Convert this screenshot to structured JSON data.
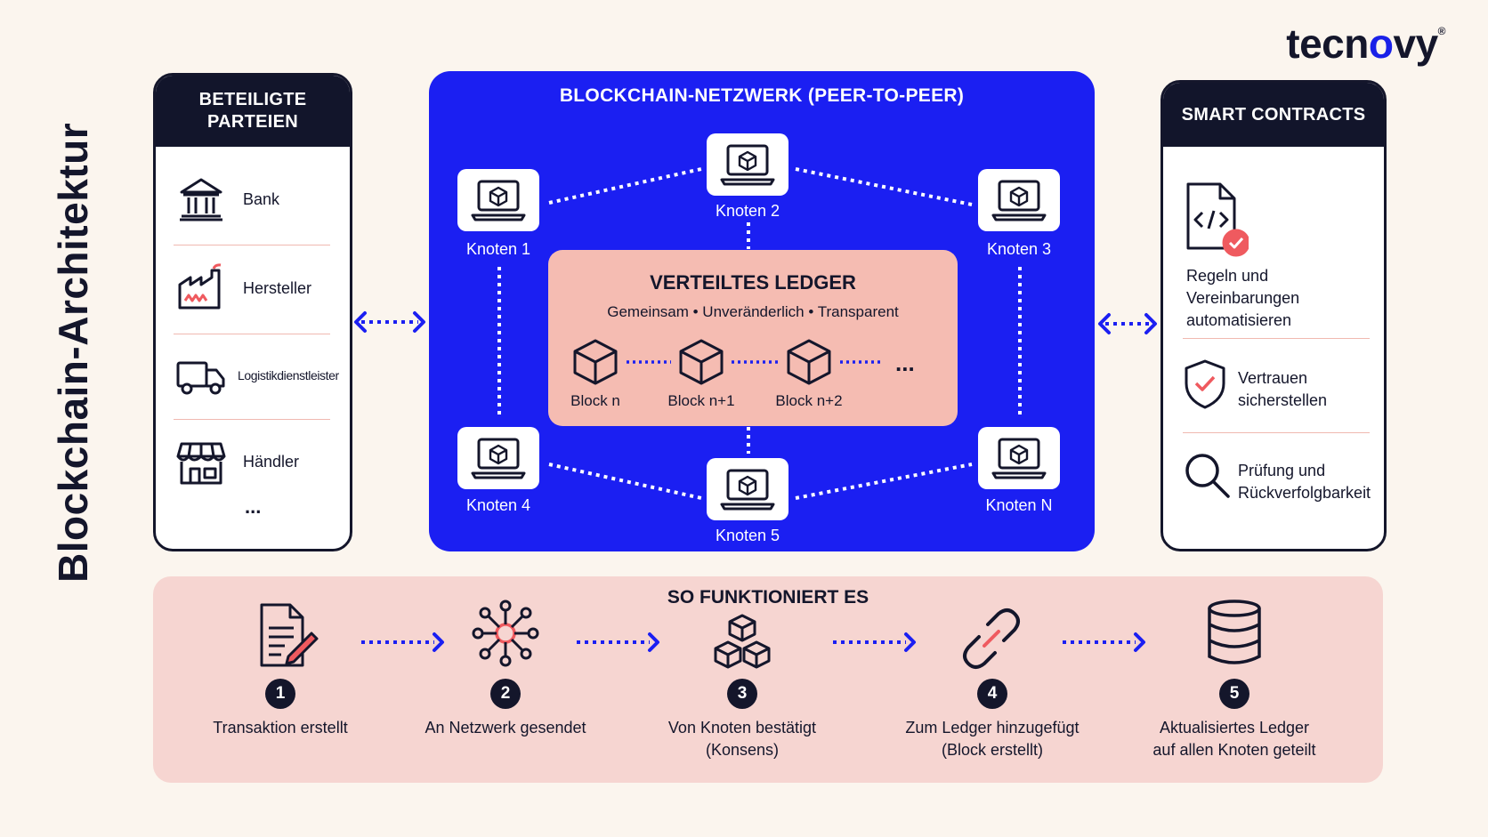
{
  "side_title": "Blockchain-Architektur",
  "logo": {
    "prefix": "tecn",
    "o": "o",
    "suffix": "vy",
    "mark": "®"
  },
  "parties": {
    "title": "BETEILIGTE\nPARTEIEN",
    "items": [
      {
        "label": "Bank",
        "icon": "bank-icon"
      },
      {
        "label": "Hersteller",
        "icon": "factory-icon"
      },
      {
        "label": "Logistikdienstleister",
        "icon": "truck-icon"
      },
      {
        "label": "Händler",
        "icon": "store-icon"
      }
    ],
    "more": "..."
  },
  "network": {
    "title": "BLOCKCHAIN-NETZWERK (PEER-TO-PEER)",
    "nodes": [
      "Knoten 1",
      "Knoten 2",
      "Knoten 3",
      "Knoten 4",
      "Knoten 5",
      "Knoten N"
    ],
    "ledger": {
      "title": "VERTEILTES LEDGER",
      "subtitle": "Gemeinsam • Unveränderlich • Transparent",
      "blocks": [
        "Block n",
        "Block n+1",
        "Block n+2"
      ],
      "more": "..."
    }
  },
  "contracts": {
    "title": "SMART CONTRACTS",
    "items": [
      {
        "label": "Regeln und\nVereinbarungen\nautomatisieren",
        "icon": "code-document-check-icon"
      },
      {
        "label": "Vertrauen\nsicherstellen",
        "icon": "shield-check-icon"
      },
      {
        "label": "Prüfung und\nRückverfolgbarkeit",
        "icon": "magnifier-icon"
      }
    ]
  },
  "flow": {
    "title": "SO FUNKTIONIERT ES",
    "steps": [
      {
        "num": "1",
        "label": "Transaktion erstellt",
        "icon": "document-pen-icon"
      },
      {
        "num": "2",
        "label": "An Netzwerk gesendet",
        "icon": "network-hub-icon"
      },
      {
        "num": "3",
        "label": "Von Knoten bestätigt\n(Konsens)",
        "icon": "stacked-cubes-icon"
      },
      {
        "num": "4",
        "label": "Zum Ledger hinzugefügt\n(Block erstellt)",
        "icon": "chain-link-icon"
      },
      {
        "num": "5",
        "label": "Aktualisiertes Ledger\nauf allen Knoten geteilt",
        "icon": "database-icon"
      }
    ]
  },
  "colors": {
    "navy": "#14162b",
    "blue": "#1b1ff2",
    "salmon": "#f5bcb2",
    "pink": "#f6d5d1",
    "red": "#ef5a5f",
    "cream": "#fbf5ee"
  }
}
